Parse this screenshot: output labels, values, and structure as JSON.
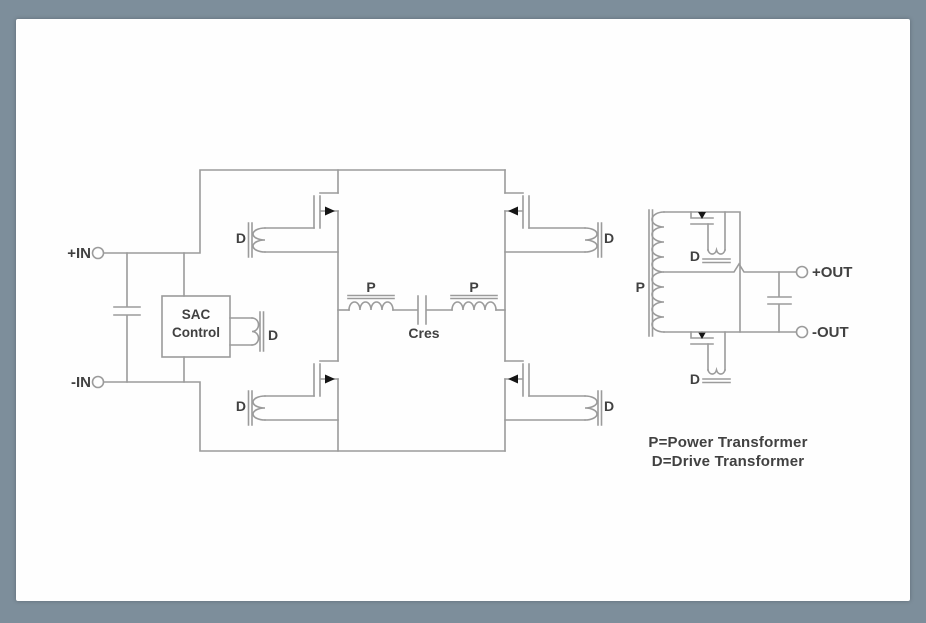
{
  "theme": {
    "background": "#7d8e9b",
    "surface": "#fefefe",
    "line": "#9b9b9b",
    "text": "#414141",
    "accent_black": "#151515"
  },
  "diagram": {
    "terminals": {
      "in_pos": "+IN",
      "in_neg": "-IN",
      "out_pos": "+OUT",
      "out_neg": "-OUT"
    },
    "control_block": {
      "line1": "SAC",
      "line2": "Control"
    },
    "labels": {
      "power_transformer": "P",
      "drive_transformer": "D",
      "resonant_capacitor": "Cres"
    },
    "legend": {
      "line1": "P=Power Transformer",
      "line2": "D=Drive Transformer"
    }
  }
}
